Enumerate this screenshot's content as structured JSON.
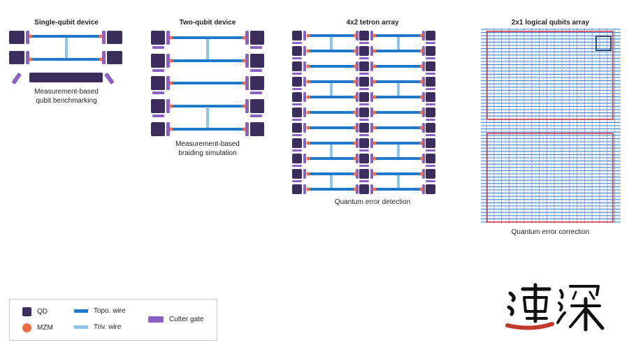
{
  "colors": {
    "qd": "#3b2d5c",
    "mzm": "#ee6b45",
    "topo": "#1f78c8",
    "triv": "#8dc8ea",
    "cutter": "#8a62c4",
    "error_box": "#d23a4d",
    "corner_box": "#2f4f6a"
  },
  "devices": [
    {
      "id": "single",
      "title": "Single-qubit device",
      "caption": [
        "Measurement-based",
        "qubit benchmarking"
      ]
    },
    {
      "id": "two",
      "title": "Two-qubit device",
      "caption": [
        "Measurement-based",
        "braiding simulation"
      ]
    },
    {
      "id": "tetron",
      "title": "4x2 tetron array",
      "caption": [
        "Quantum error detection"
      ]
    },
    {
      "id": "logical",
      "title": "2x1 logical qubits array",
      "caption": [
        "Quantum error correction"
      ]
    }
  ],
  "legend": {
    "qd": "QD",
    "mzm": "MZM",
    "topo": "Topo. wire",
    "triv": "Triv. wire",
    "cutter": "Cutter gate"
  },
  "watermark": {
    "icon": "calligraphy-logo"
  }
}
